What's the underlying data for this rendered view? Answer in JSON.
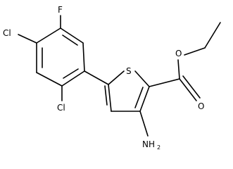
{
  "molecule": {
    "atoms": {
      "fluorine": "F",
      "chlorine_para": "Cl",
      "chlorine_ortho": "Cl",
      "sulfur": "S",
      "ester_oxygen": "O",
      "carbonyl_oxygen": "O",
      "amino_main": "NH",
      "amino_sub": "2"
    },
    "colors": {
      "bond": "#000000",
      "label": "#000000",
      "background": "#ffffff"
    }
  }
}
